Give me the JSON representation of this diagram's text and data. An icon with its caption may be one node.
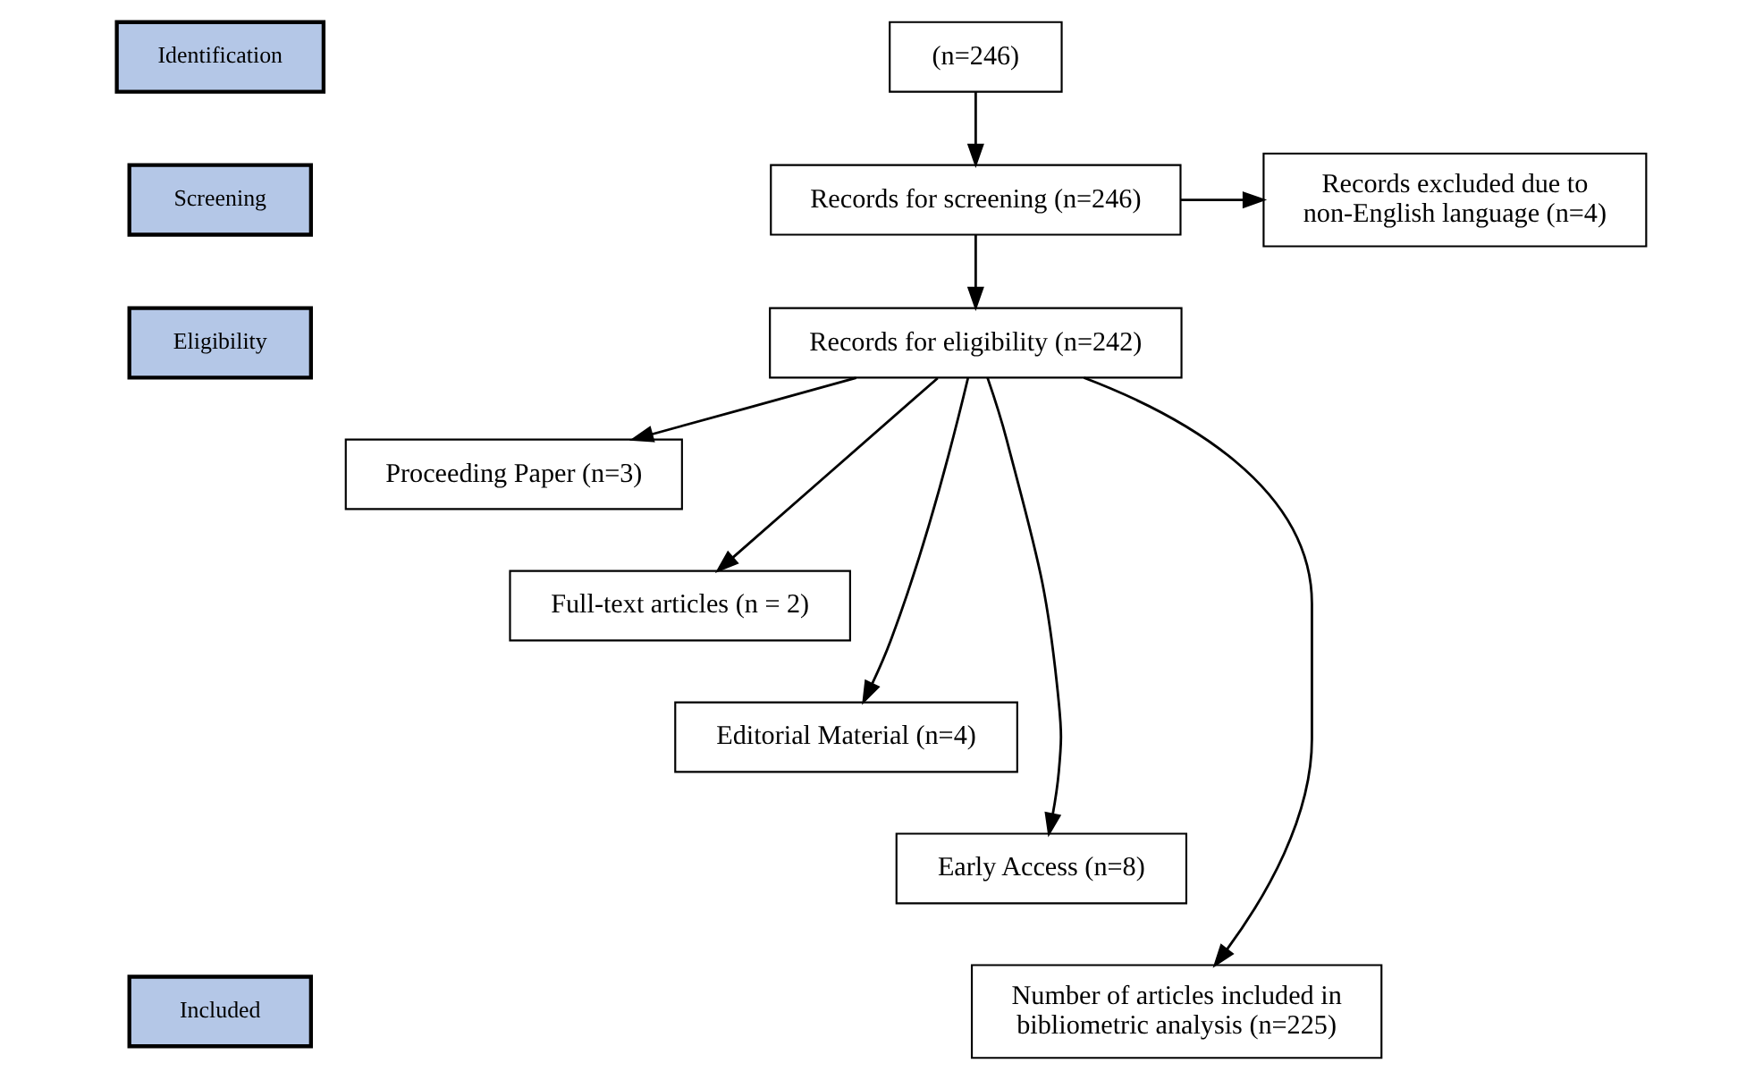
{
  "diagram": {
    "nodes": [
      {
        "text": [
          "Identification"
        ]
      },
      {
        "text": [
          "Screening"
        ]
      },
      {
        "text": [
          "Eligibility"
        ]
      },
      {
        "text": [
          "Included"
        ]
      },
      {
        "text": [
          "(n=246)"
        ]
      },
      {
        "text": [
          "Records for screening (n=246)"
        ]
      },
      {
        "text": [
          "Records excluded due to non-English language (n=4)"
        ]
      },
      {
        "text": [
          "Records for eligibility (n=242)"
        ]
      },
      {
        "text": [
          "Proceeding Paper (n=3)"
        ]
      },
      {
        "text": [
          "Full-text articles (n = 2)"
        ]
      },
      {
        "text": [
          "Editorial Material (n=4)"
        ]
      },
      {
        "text": [
          "Early Access (n=8)"
        ]
      },
      {
        "text": [
          "Number of articles included in bibliometric analysis (n=225)"
        ]
      }
    ],
    "edges": [
      {
        "from": 4,
        "to": 5,
        "arrow": "to"
      },
      {
        "from": 5,
        "to": 6,
        "arrow": "to"
      },
      {
        "from": 5,
        "to": 7,
        "arrow": "to"
      },
      {
        "from": 7,
        "to": 8,
        "arrow": "to"
      },
      {
        "from": 7,
        "to": 9,
        "arrow": "to"
      },
      {
        "from": 7,
        "to": 10,
        "arrow": "to"
      },
      {
        "from": 7,
        "to": 11,
        "arrow": "to"
      },
      {
        "from": 7,
        "to": 12,
        "arrow": "to"
      }
    ]
  }
}
